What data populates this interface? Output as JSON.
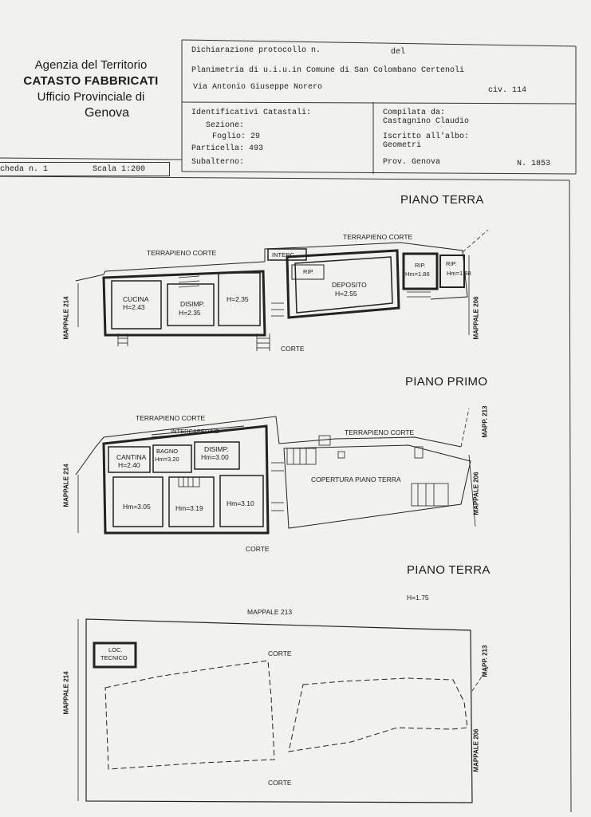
{
  "header": {
    "agency_line1": "Agenzia del Territorio",
    "agency_line2": "CATASTO FABBRICATI",
    "agency_line3": "Ufficio Provinciale di",
    "agency_line4": "Genova",
    "declaration": "Dichiarazione protocollo n.",
    "declaration_del": "del",
    "planimetria": "Planimetria di u.i.u.in Comune di San Colombano Certenoli",
    "address": "Via Antonio Giuseppe Norero",
    "civ": "civ. 114",
    "identificativi": "Identificativi Catastali:",
    "sezione": "Sezione:",
    "foglio": "Foglio: 29",
    "particella": "Particella: 493",
    "subalterno": "Subalterno:",
    "compilata": "Compilata da:",
    "compilatore": "Castagnino Claudio",
    "iscritto": "Iscritto all'albo:",
    "albo": "Geometri",
    "prov": "Prov. Genova",
    "numero": "N. 1853",
    "scheda": "cheda n. 1",
    "scala": "Scala 1:200"
  },
  "plans": {
    "floor1": {
      "title": "PIANO TERRA",
      "terrapieno_left": "TERRAPIENO CORTE",
      "terrapieno_right": "TERRAPIENO CORTE",
      "interc": "INTERC.",
      "rip1": "RIP.",
      "deposito": "DEPOSITO",
      "deposito_h": "H=2.55",
      "rip2": "RIP.",
      "rip2_h": "Hm=1.86",
      "rip3": "RIP.",
      "rip3_h": "Hm=1.88",
      "cucina": "CUCINA",
      "cucina_h": "H=2.43",
      "disimp": "DISIMP.",
      "disimp_h": "H=2.35",
      "room_h": "H=2.35",
      "corte": "CORTE",
      "mappale_left": "MAPPALE 214",
      "mappale_right": "MAPPALE 206"
    },
    "floor2": {
      "title": "PIANO PRIMO",
      "terrapieno_left": "TERRAPIENO CORTE",
      "intercapedine": "INTERCAPEDINE",
      "terrapieno_right": "TERRAPIENO CORTE",
      "cantina": "CANTINA",
      "cantina_h": "H=2.40",
      "bagno": "BAGNO",
      "bagno_h": "Hm=3.20",
      "disimp": "DISIMP.",
      "disimp_h": "Hm=3.00",
      "copertura": "COPERTURA PIANO TERRA",
      "room1_h": "Hm=3.05",
      "room2_h": "Hm=3.19",
      "room3_h": "Hm=3.10",
      "corte": "CORTE",
      "mappale_left": "MAPPALE 214",
      "mappale_right": "MAPPALE 206",
      "mappale_213": "MAPP. 213"
    },
    "floor3": {
      "title": "PIANO TERRA",
      "height": "H=1.75",
      "mappale_top": "MAPPALE 213",
      "loc_tecnico_1": "LOC.",
      "loc_tecnico_2": "TECNICO",
      "corte_top": "CORTE",
      "corte_bottom": "CORTE",
      "mappale_left": "MAPPALE 214",
      "mappale_right": "MAPPALE 206",
      "mappale_213": "MAPP. 213"
    }
  }
}
